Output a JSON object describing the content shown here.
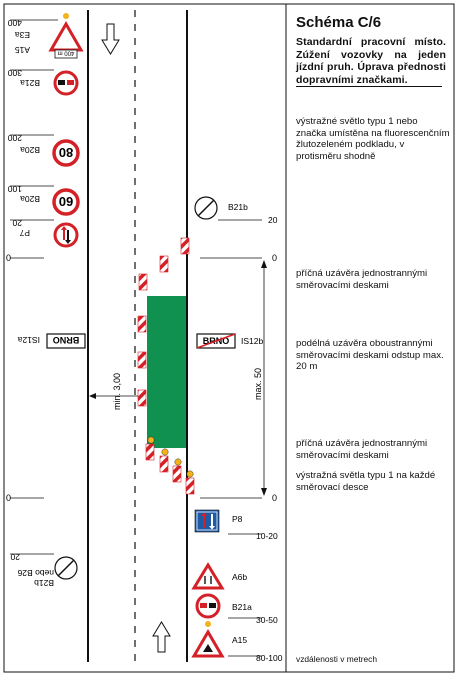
{
  "scheme": {
    "title": "Schéma C/6",
    "subtitle": "Standardní pracovní místo. Zúžení vozovky na jeden jízdní pruh. Úprava přednosti dopravními značkami.",
    "footer": "vzdálenosti v metrech"
  },
  "notes": [
    "výstražné světlo typu 1 nebo značka umístěna na fluorescenčním žlutozeleném podkladu, v protisměru shodně",
    "příčná uzávěra jednostrannými směrovacími deskami",
    "podélná uzávěra oboustrannými směrovacími deskami odstup max. 20 m",
    "příčná uzávěra jednostrannými směrovacími deskami",
    "výstražná světla typu 1 na každé směrovací desce"
  ],
  "signs_left": [
    {
      "code": "E3a",
      "plate": "400 m",
      "label": "A15",
      "dist": "400",
      "icon": "roadworks-triangle-icon"
    },
    {
      "code": "B21a",
      "dist": "300",
      "icon": "no-overtaking-icon"
    },
    {
      "code": "B20a",
      "value": "80",
      "dist": "200",
      "icon": "speed-limit-80-icon"
    },
    {
      "code": "B20a",
      "value": "60",
      "dist": "100",
      "icon": "speed-limit-60-icon"
    },
    {
      "code": "P7",
      "dist": "20",
      "icon": "oncoming-priority-icon"
    },
    {
      "code": "IS12a",
      "text": "BRNO",
      "icon": "town-entry-sign-icon"
    },
    {
      "code": "B21b",
      "code2": "nebo B26",
      "dist": "20",
      "icon": "end-of-restrictions-icon"
    }
  ],
  "signs_right": [
    {
      "code": "B21b",
      "dist": "20",
      "icon": "end-of-restrictions-icon"
    },
    {
      "code": "IS12b",
      "text": "BRNO",
      "icon": "town-exit-sign-icon"
    },
    {
      "code": "P8",
      "dist": "10-20",
      "icon": "priority-over-oncoming-icon"
    },
    {
      "code": "A6b",
      "icon": "road-narrows-right-icon"
    },
    {
      "code": "B21a",
      "dist": "30-50",
      "icon": "no-overtaking-icon"
    },
    {
      "code": "A15",
      "dist": "80-100",
      "icon": "roadworks-triangle-icon"
    }
  ],
  "marks": {
    "zero": "0",
    "max": "max. 50",
    "min": "min. 3,00"
  },
  "colors": {
    "work_zone": "#119150",
    "sign_red": "#d42027",
    "sign_blue": "#1d5ba6",
    "lamp_yellow": "#f1b21e"
  }
}
